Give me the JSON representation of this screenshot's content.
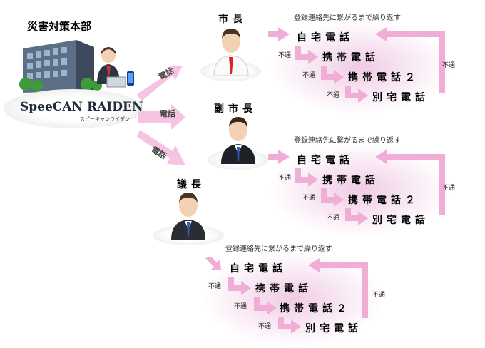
{
  "hq": {
    "title": "災害対策本部",
    "product": "SpeeCAN RAIDEN",
    "product_kana": "スピーキャンライデン"
  },
  "call_arrow_label": "電話",
  "retry_label": "不通",
  "sequence_caption": "登録連絡先に繋がるまで繰り返す",
  "contacts": [
    {
      "role": "市長",
      "steps": [
        "自宅電話",
        "携帯電話",
        "携帯電話２",
        "別宅電話"
      ]
    },
    {
      "role": "副市長",
      "steps": [
        "自宅電話",
        "携帯電話",
        "携帯電話２",
        "別宅電話"
      ]
    },
    {
      "role": "議長",
      "steps": [
        "自宅電話",
        "携帯電話",
        "携帯電話２",
        "別宅電話"
      ]
    }
  ],
  "colors": {
    "arrow": "#f0aed6",
    "glow": "#e2a0ce"
  }
}
